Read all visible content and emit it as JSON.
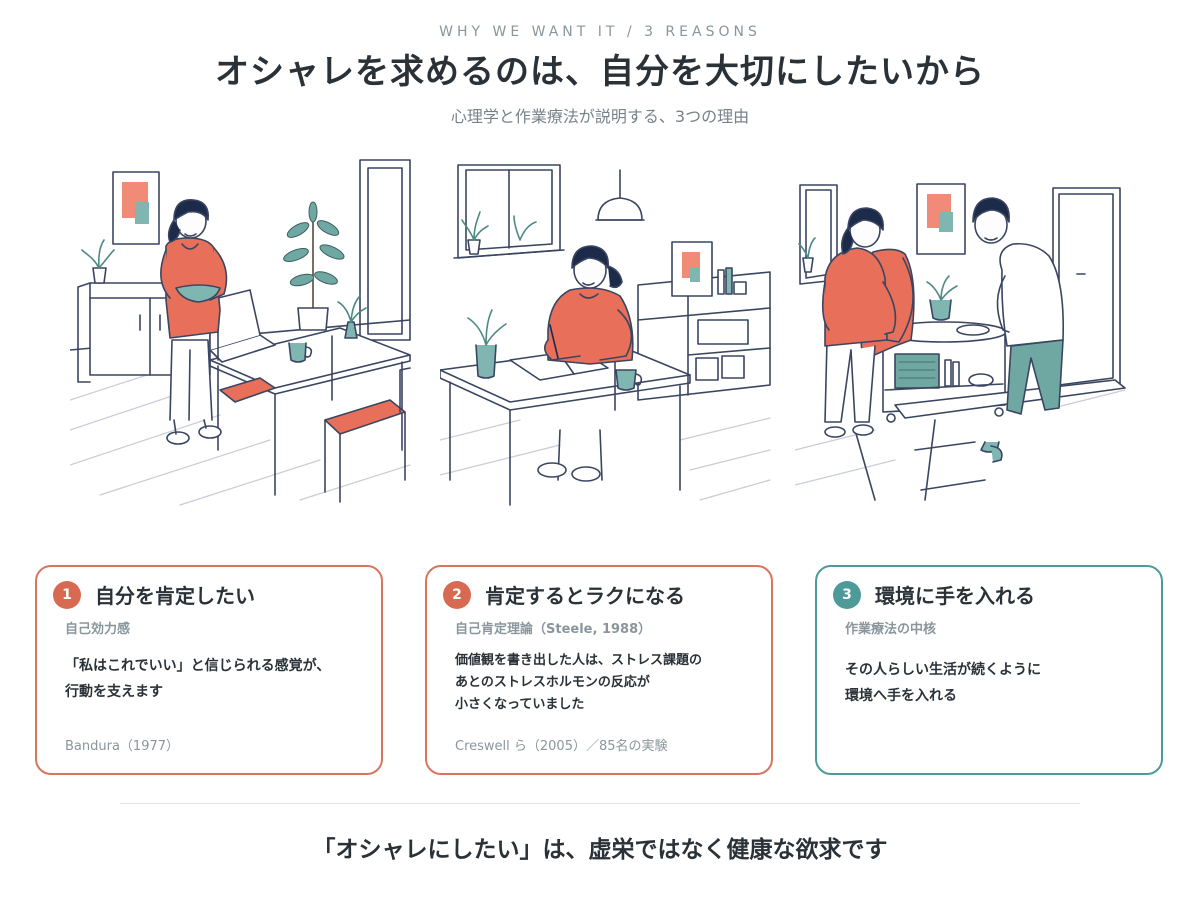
{
  "header": {
    "eyebrow": "WHY WE WANT IT / 3 REASONS",
    "title": "オシャレを求めるのは、自分を大切にしたいから",
    "subtitle": "心理学と作業療法が説明する、3つの理由"
  },
  "colors": {
    "accent": "#d86a52",
    "teal": "#4d9a98",
    "text": "#2a3238",
    "muted": "#8a969c"
  },
  "cards": [
    {
      "number": "1",
      "title": "自分を肯定したい",
      "subtitle": "自己効力感",
      "body_lines": [
        "「私はこれでいい」と信じられる感覚が、",
        "行動を支えます"
      ],
      "footnote": "Bandura（1977）",
      "color": "#d86a52"
    },
    {
      "number": "2",
      "title": "肯定するとラクになる",
      "subtitle": "自己肯定理論（Steele, 1988）",
      "body_lines": [
        "価値観を書き出した人は、ストレス課題の",
        "あとのストレスホルモンの反応が",
        "小さくなっていました"
      ],
      "footnote": "Creswell ら（2005）／85名の実験",
      "color": "#d86a52"
    },
    {
      "number": "3",
      "title": "環境に手を入れる",
      "subtitle": "作業療法の中核",
      "body_lines": [
        "その人らしい生活が続くように",
        "環境へ手を入れる"
      ],
      "color": "#4d9a98"
    }
  ],
  "footer": {
    "conclusion": "「オシャレにしたい」は、虚栄ではなく健康な欲求です"
  }
}
